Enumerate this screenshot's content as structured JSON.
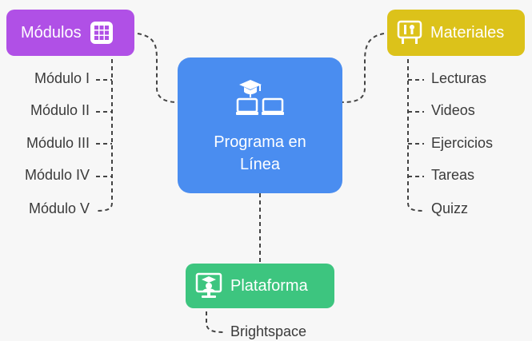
{
  "central": {
    "title_line1": "Programa en",
    "title_line2": "Línea",
    "icon": "online-learning-icon"
  },
  "modulos": {
    "title": "Módulos",
    "icon": "grid-icon",
    "color": "#b050e6",
    "items": [
      "Módulo I",
      "Módulo II",
      "Módulo III",
      "Módulo IV",
      "Módulo V"
    ]
  },
  "materiales": {
    "title": "Materiales",
    "icon": "materials-icon",
    "color": "#dcc21a",
    "items": [
      "Lecturas",
      "Videos",
      "Ejercicios",
      "Tareas",
      "Quizz"
    ]
  },
  "plataforma": {
    "title": "Plataforma",
    "icon": "monitor-teacher-icon",
    "color": "#3dc57f",
    "items": [
      "Brightspace"
    ]
  },
  "central_color": "#4a8df0"
}
